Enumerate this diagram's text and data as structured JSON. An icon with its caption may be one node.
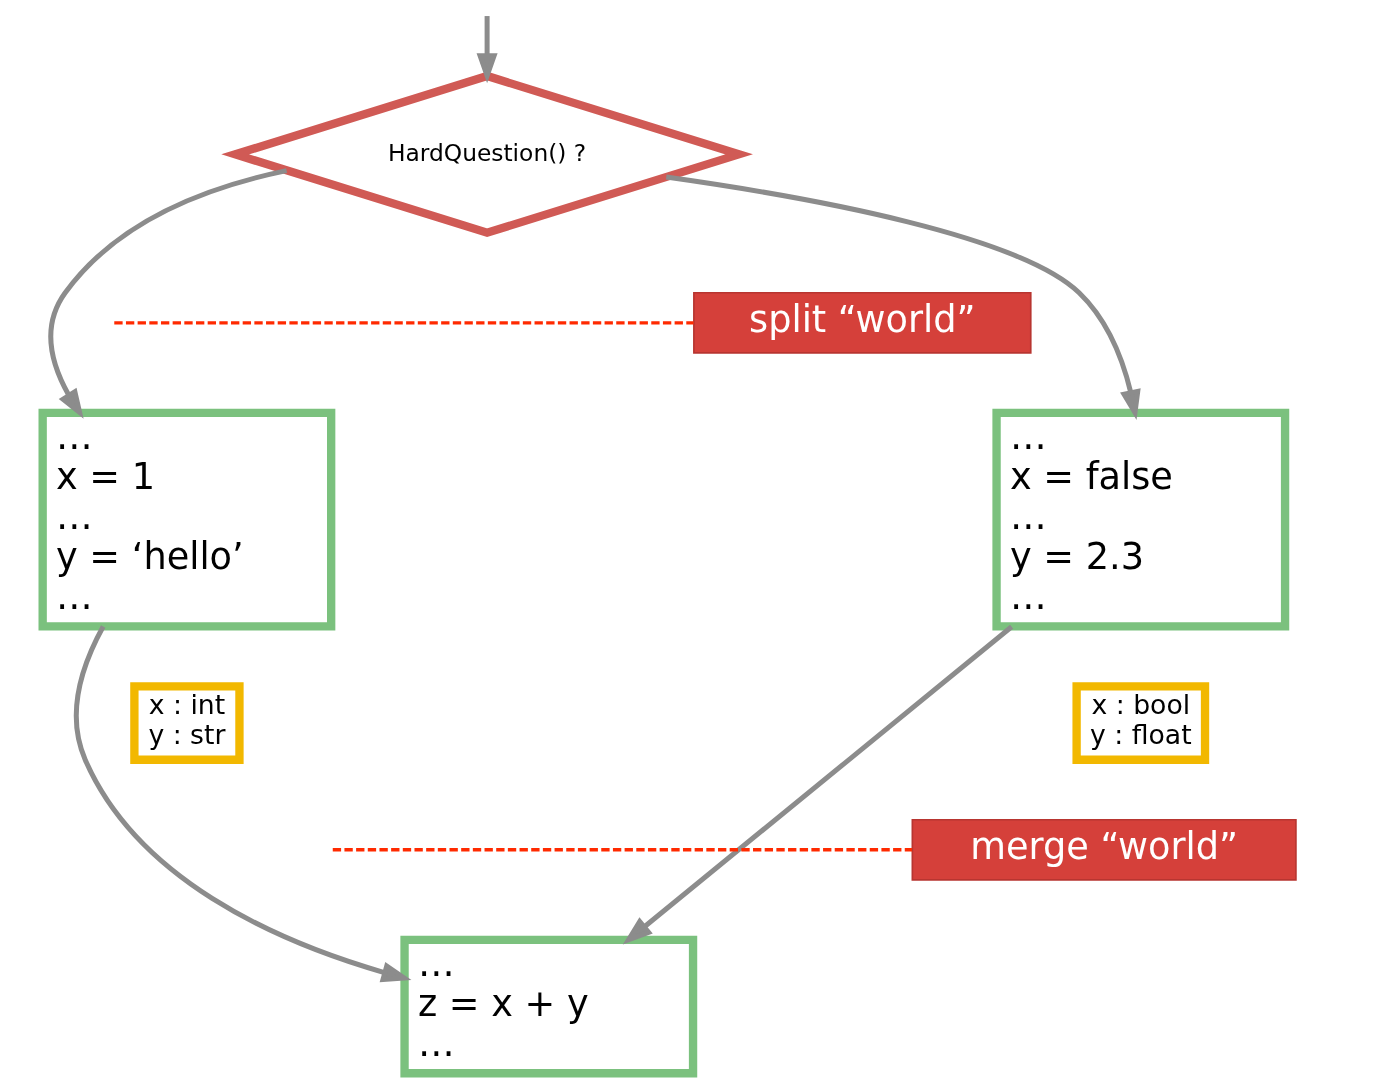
{
  "diagram": {
    "nodes": [
      {
        "text": [
          "HardQuestion() ?"
        ]
      },
      {
        "text": [
          "…",
          "x = 1",
          "…",
          "y = ‘hello’",
          "…"
        ]
      },
      {
        "text": [
          "…",
          "x = false",
          "…",
          "y = 2.3",
          "…"
        ]
      },
      {
        "text": [
          "…",
          "z = x + y",
          "…"
        ]
      },
      {
        "text": [
          "x : int",
          "y : str"
        ]
      },
      {
        "text": [
          "x : bool",
          "y : float"
        ]
      },
      {
        "text": [
          "split “world”"
        ]
      },
      {
        "text": [
          "merge “world”"
        ]
      }
    ],
    "edges": [
      {
        "from": null,
        "to": 0,
        "arrow": "to"
      },
      {
        "from": 0,
        "to": 1,
        "arrow": "to"
      },
      {
        "from": 0,
        "to": 2,
        "arrow": "to"
      },
      {
        "from": 1,
        "to": 3,
        "arrow": "to"
      },
      {
        "from": 2,
        "to": 3,
        "arrow": "to"
      },
      {
        "from": null,
        "to": 6,
        "arrow": "none",
        "style": "dashed",
        "color": "#ff2a00"
      },
      {
        "from": null,
        "to": 7,
        "arrow": "none",
        "style": "dashed",
        "color": "#ff2a00"
      }
    ]
  }
}
